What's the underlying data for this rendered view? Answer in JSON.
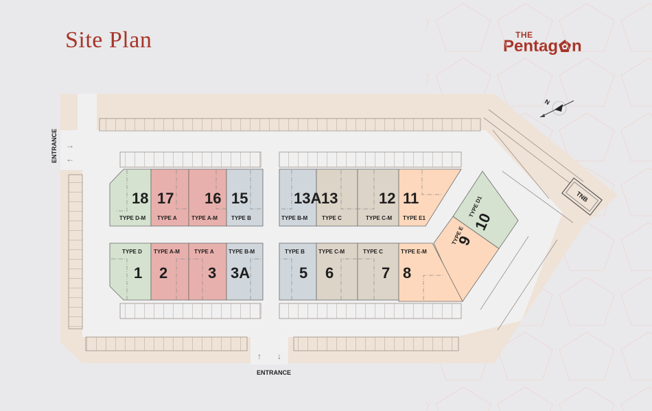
{
  "header": {
    "title": "Site Plan",
    "logo_the": "THE",
    "logo_name": "Pentag",
    "logo_tail": "n",
    "brand_color": "#a8352a"
  },
  "map": {
    "entrances": [
      {
        "label": "ENTRANCE",
        "position": "west"
      },
      {
        "label": "ENTRANCE",
        "position": "south"
      }
    ],
    "substation_label": "TNB",
    "compass_label": "N",
    "colors": {
      "type_a": "#e8b0ac",
      "type_b": "#cfd6dc",
      "type_c": "#ddd4c8",
      "type_d": "#d4e2cf",
      "type_e": "#fdd8bc",
      "landscape": "#efe2d6",
      "road": "#f0f0f1"
    },
    "lots": [
      {
        "num": "18",
        "type": "TYPE D-M"
      },
      {
        "num": "17",
        "type": "TYPE A"
      },
      {
        "num": "16",
        "type": "TYPE A-M"
      },
      {
        "num": "15",
        "type": "TYPE B"
      },
      {
        "num": "13A",
        "type": "TYPE B-M"
      },
      {
        "num": "13",
        "type": "TYPE C"
      },
      {
        "num": "12",
        "type": "TYPE C-M"
      },
      {
        "num": "11",
        "type": "TYPE E1"
      },
      {
        "num": "10",
        "type": "TYPE D1"
      },
      {
        "num": "9",
        "type": "TYPE E"
      },
      {
        "num": "1",
        "type": "TYPE D"
      },
      {
        "num": "2",
        "type": "TYPE A-M"
      },
      {
        "num": "3",
        "type": "TYPE A"
      },
      {
        "num": "3A",
        "type": "TYPE B-M"
      },
      {
        "num": "5",
        "type": "TYPE B"
      },
      {
        "num": "6",
        "type": "TYPE C-M"
      },
      {
        "num": "7",
        "type": "TYPE C"
      },
      {
        "num": "8",
        "type": "TYPE E-M"
      }
    ]
  }
}
